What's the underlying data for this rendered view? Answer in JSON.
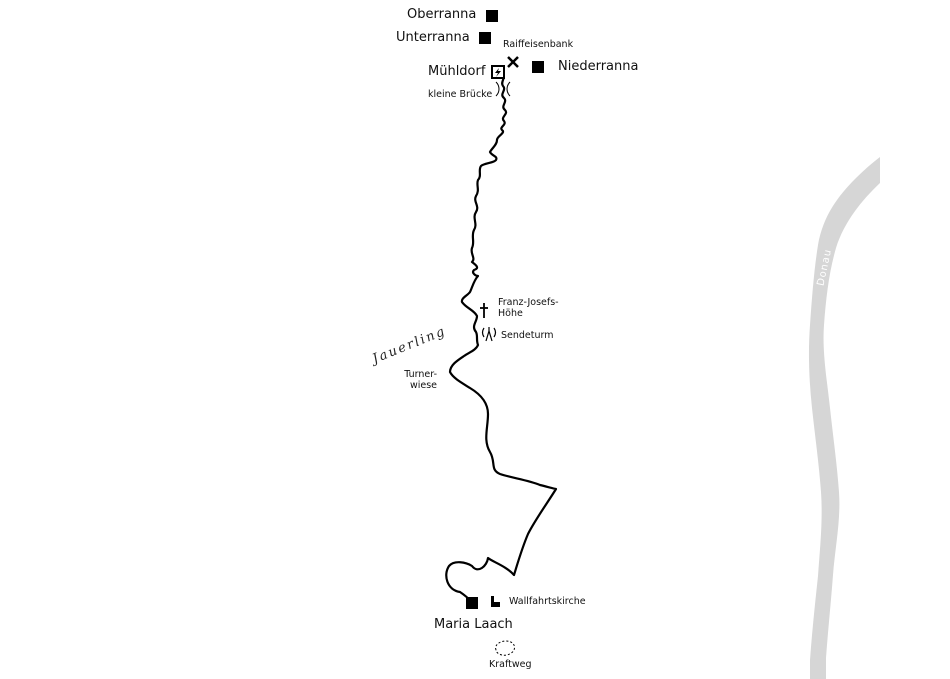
{
  "places": {
    "oberranna": "Oberranna",
    "unterranna": "Unterranna",
    "raiffeisenbank": "Raiffeisenbank",
    "muehldorf": "Mühldorf",
    "niederranna": "Niederranna",
    "kleine_bruecke": "kleine Brücke",
    "franz_josefs_hoehe_line1": "Franz-Josefs-",
    "franz_josefs_hoehe_line2": "Höhe",
    "sendeturm": "Sendeturm",
    "turnerwiese_line1": "Turner-",
    "turnerwiese_line2": "wiese",
    "wallfahrtskirche": "Wallfahrtskirche",
    "maria_laach": "Maria Laach",
    "kraftweg": "Kraftweg"
  },
  "ridge_label": "Jauerling",
  "river_label": "Donau",
  "colors": {
    "background": "#ffffff",
    "route": "#000000",
    "river": "#d6d6d6",
    "marker": "#000000",
    "text": "#111111"
  },
  "icons": {
    "village_marker": "filled-square",
    "bank_marker": "x-cross",
    "start_marker": "lightning-square",
    "bridge_marker": "bridge-arc",
    "summit_marker": "cross",
    "tower_marker": "radio-tower",
    "church_marker": "church",
    "loop_marker": "dashed-loop"
  }
}
